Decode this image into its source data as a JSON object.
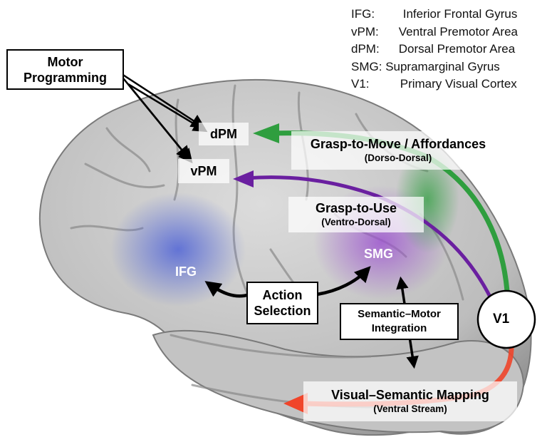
{
  "legend": [
    {
      "abbr": "IFG:",
      "full": "Inferior Frontal Gyrus"
    },
    {
      "abbr": "vPM:",
      "full": "Ventral Premotor Area"
    },
    {
      "abbr": "dPM:",
      "full": "Dorsal Premotor Area"
    },
    {
      "abbr": "SMG:",
      "full": "Supramarginal Gyrus"
    },
    {
      "abbr": "V1:",
      "full": "Primary Visual Cortex"
    }
  ],
  "regions": {
    "dpm": "dPM",
    "vpm": "vPM",
    "ifg": "IFG",
    "smg": "SMG",
    "v1": "V1"
  },
  "boxes": {
    "motor_programming": {
      "line1": "Motor",
      "line2": "Programming"
    },
    "action_selection": {
      "line1": "Action",
      "line2": "Selection"
    },
    "semantic_motor": {
      "line1": "Semantic–Motor",
      "line2": "Integration"
    }
  },
  "pathways": {
    "grasp_to_move": {
      "title": "Grasp-to-Move / Affordances",
      "sub": "(Dorso-Dorsal)"
    },
    "grasp_to_use": {
      "title": "Grasp-to-Use",
      "sub": "(Ventro-Dorsal)"
    },
    "visual_semantic": {
      "title": "Visual–Semantic Mapping",
      "sub": "(Ventral Stream)"
    }
  },
  "colors": {
    "dorso_dorsal": "#2f9e3f",
    "ventro_dorsal": "#6a1fa0",
    "ventral": "#f0452a",
    "ifg_highlight": "#4f63d6",
    "smg_highlight": "#9b4fd0",
    "brain": "#c8c8c8"
  }
}
